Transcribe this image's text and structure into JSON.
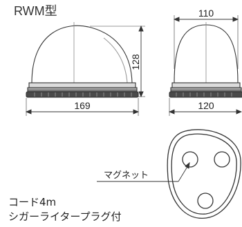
{
  "title": "RWM型",
  "dimensions": {
    "height": "128",
    "side_length": "169",
    "front_top": "110",
    "front_bottom": "120"
  },
  "labels": {
    "magnet": "マグネット",
    "cord": "コード4m",
    "plug": "シガーライタープラグ付"
  }
}
